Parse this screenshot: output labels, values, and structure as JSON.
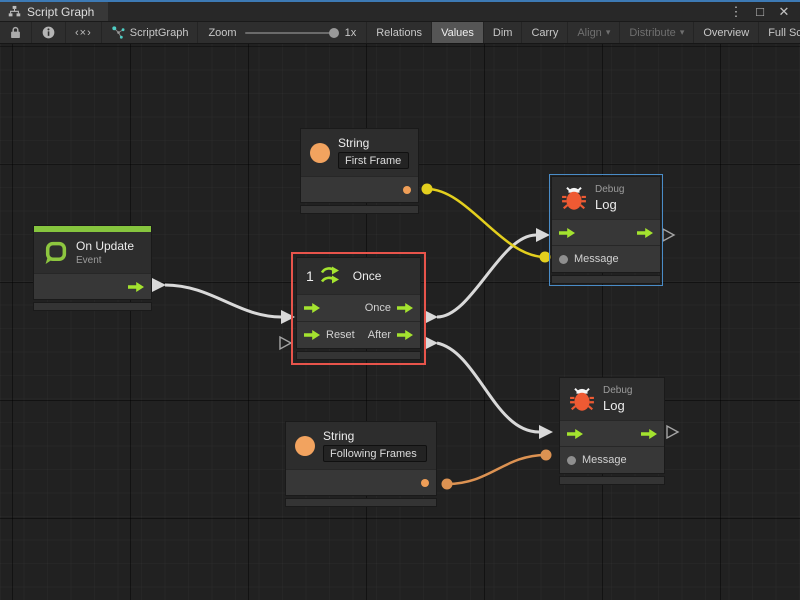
{
  "window": {
    "tab_title": "Script Graph",
    "icons": {
      "menu": "⋮",
      "maximize": "□",
      "close": "✕"
    }
  },
  "toolbar": {
    "breadcrumb": "‹×›",
    "graph_name": "ScriptGraph",
    "zoom_label": "Zoom",
    "zoom_value": "1x",
    "caret": "▾",
    "buttons": [
      {
        "label": "Relations",
        "active": false,
        "enabled": true
      },
      {
        "label": "Values",
        "active": true,
        "enabled": true
      },
      {
        "label": "Dim",
        "active": false,
        "enabled": true
      },
      {
        "label": "Carry",
        "active": false,
        "enabled": true
      },
      {
        "label": "Align",
        "active": false,
        "enabled": false,
        "dropdown": true
      },
      {
        "label": "Distribute",
        "active": false,
        "enabled": false,
        "dropdown": true
      },
      {
        "label": "Overview",
        "active": false,
        "enabled": true
      },
      {
        "label": "Full Screen",
        "active": false,
        "enabled": true
      }
    ]
  },
  "nodes": {
    "on_update": {
      "title": "On Update",
      "subtitle": "Event"
    },
    "string_top": {
      "title": "String",
      "value": "First Frame"
    },
    "debug_top": {
      "kind": "Debug",
      "title": "Log",
      "input_label": "Message"
    },
    "once": {
      "badge": "1",
      "title": "Once",
      "out_once": "Once",
      "in_reset": "Reset",
      "out_after": "After"
    },
    "string_bottom": {
      "title": "String",
      "value": "Following Frames"
    },
    "debug_bottom": {
      "kind": "Debug",
      "title": "Log",
      "input_label": "Message"
    }
  },
  "connections": [
    {
      "from": "on-update.out",
      "to": "once.in",
      "type": "flow",
      "color": "#d9d9d9"
    },
    {
      "from": "once.out-once",
      "to": "debug-log-top.in",
      "type": "flow",
      "color": "#d9d9d9"
    },
    {
      "from": "once.out-after",
      "to": "debug-log-bottom.in",
      "type": "flow",
      "color": "#d9d9d9"
    },
    {
      "from": "string-top.out",
      "to": "debug-log-top.message",
      "type": "value",
      "color": "#e3cf1e"
    },
    {
      "from": "string-bottom.out",
      "to": "debug-log-bottom.message",
      "type": "value",
      "color": "#dc9252"
    }
  ],
  "colors": {
    "focus_blue": "#3d7ab5",
    "selection_red": "#e8544b",
    "focused_node_blue": "#4a8cc7",
    "flow_green": "#a4e32f",
    "event_green": "#86c53e",
    "value_orange": "#f2a35f",
    "bug_orange": "#ee5a33",
    "wire_yellow": "#e3cf1e",
    "wire_orange": "#dc9252"
  }
}
